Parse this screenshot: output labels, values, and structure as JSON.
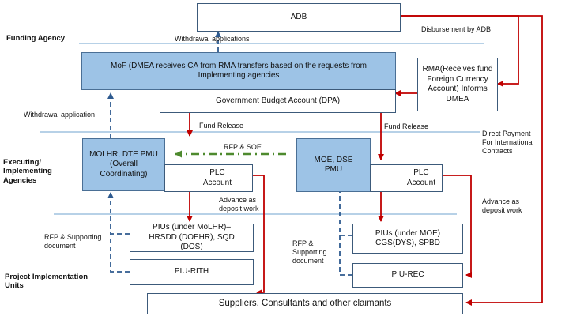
{
  "levels": {
    "funding": "Funding Agency",
    "executing": "Executing/\nImplementing\nAgencies",
    "project": "Project Implementation\nUnits"
  },
  "boxes": {
    "adb": "ADB",
    "mof": "MoF (DMEA receives CA from RMA transfers based on the requests from Implementing agencies",
    "gba": "Government Budget Account (DPA)",
    "rma": "RMA(Receives fund Foreign Currency Account) Informs DMEA",
    "molhr": "MOLHR, DTE PMU (Overall Coordinating)",
    "plc_left": "PLC\nAccount",
    "moe": "MOE, DSE\nPMU",
    "plc_right": "PLC\nAccount",
    "pius_molhr": "PIUs (under MoLHR)– HRSDD (DOEHR), SQD (DOS)",
    "piu_rith": "PIU-RITH",
    "pius_moe": "PIUs (under MOE)\nCGS(DYS), SPBD",
    "piu_rec": "PIU-REC",
    "suppliers": "Suppliers, Consultants and other claimants"
  },
  "labels": {
    "withdrawal_applications": "Withdrawal applications",
    "disbursement_adb": "Disbursement by ADB",
    "withdrawal_application": "Withdrawal application",
    "fund_release_left": "Fund Release",
    "fund_release_right": "Fund Release",
    "direct_payment": "Direct Payment\nFor International\nContracts",
    "rfp_soe": "RFP & SOE",
    "advance_left": "Advance as\ndeposit work",
    "advance_right": "Advance as\ndeposit work",
    "rfp_support_left": "RFP & Supporting\ndocument",
    "rfp_support_right": "RFP &\nSupporting\ndocument"
  },
  "colors": {
    "box_fill": "#9dc3e6",
    "flow_red": "#c00000",
    "dashed_blue": "#2e5a8f",
    "dashed_green": "#4e8a2e",
    "divider": "#6fa3cf"
  }
}
